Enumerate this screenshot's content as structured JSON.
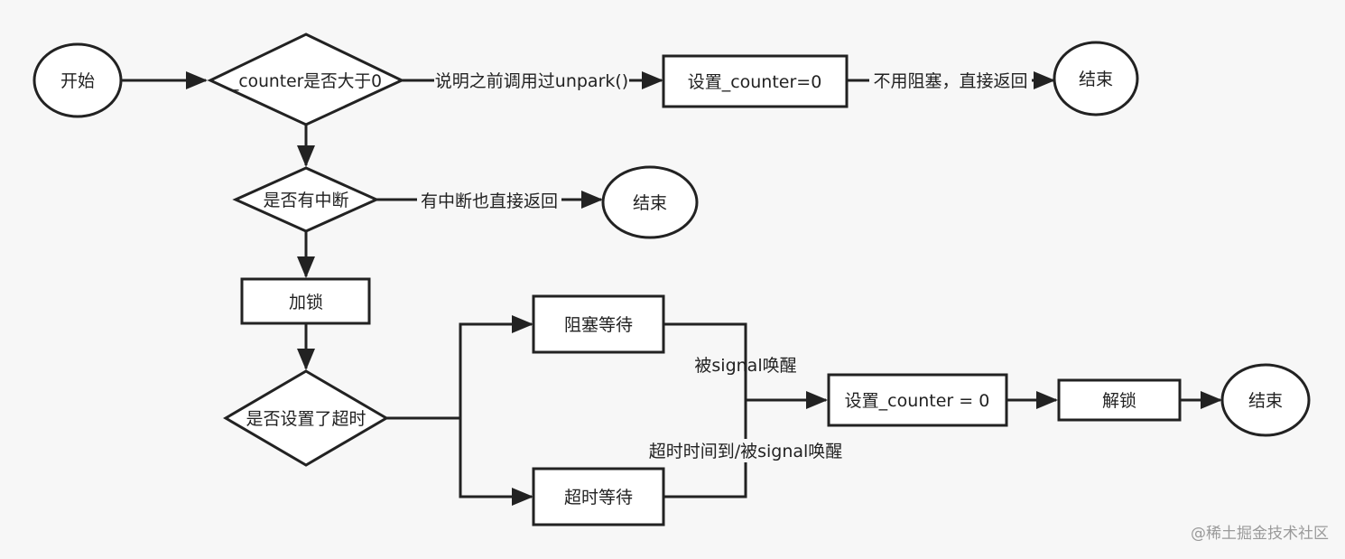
{
  "nodes": {
    "start": "开始",
    "counter_check": "_counter是否大于0",
    "set_counter_zero_1": "设置_counter=0",
    "end_1": "结束",
    "interrupt_check": "是否有中断",
    "end_2": "结束",
    "lock": "加锁",
    "timeout_check": "是否设置了超时",
    "block_wait": "阻塞等待",
    "timeout_wait": "超时等待",
    "set_counter_zero_2": "设置_counter = 0",
    "unlock": "解锁",
    "end_3": "结束"
  },
  "edge_labels": {
    "unpark_called": "说明之前调用过unpark()",
    "no_block_return": "不用阻塞，直接返回",
    "interrupt_return": "有中断也直接返回",
    "signal_wakeup": "被signal唤醒",
    "timeout_or_signal": "超时时间到/被signal唤醒"
  },
  "watermark": "@稀土掘金技术社区"
}
